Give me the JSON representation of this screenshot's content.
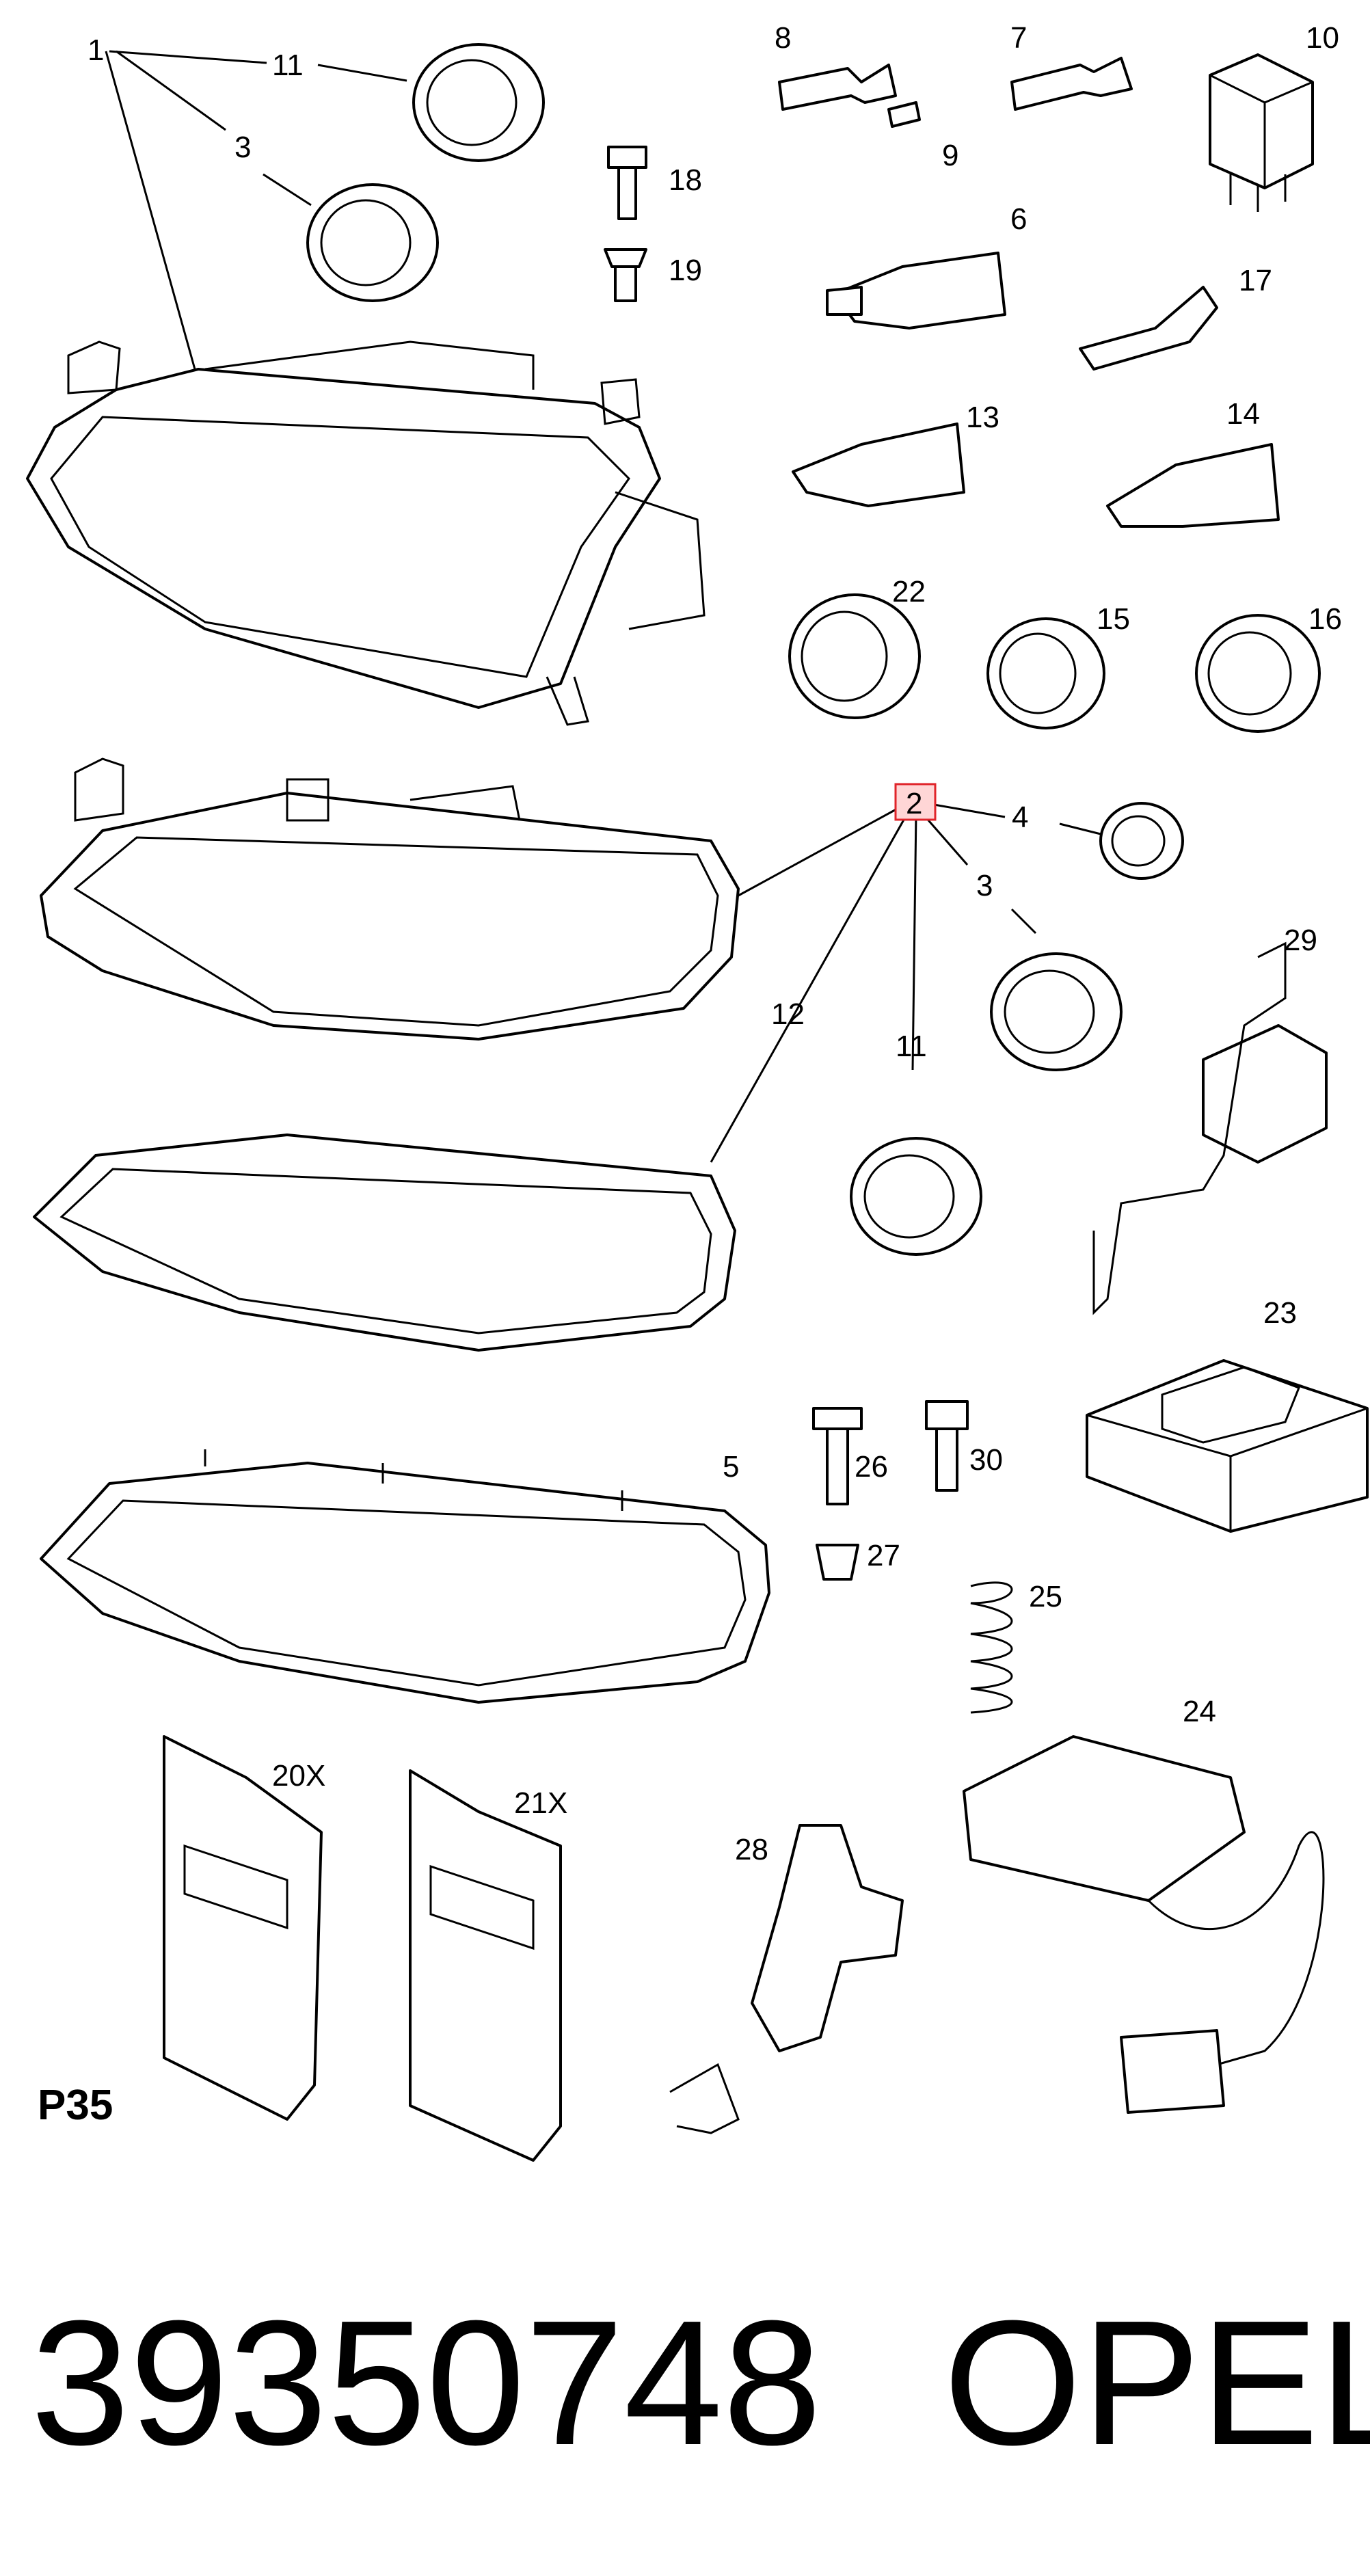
{
  "callouts": {
    "c1": "1",
    "c11a": "11",
    "c3a": "3",
    "c8": "8",
    "c7": "7",
    "c10": "10",
    "c18": "18",
    "c9": "9",
    "c19": "19",
    "c6": "6",
    "c17": "17",
    "c13": "13",
    "c14": "14",
    "c22": "22",
    "c15": "15",
    "c16": "16",
    "c2": "2",
    "c4": "4",
    "c3b": "3",
    "c29": "29",
    "c12": "12",
    "c11b": "11",
    "c23": "23",
    "c26": "26",
    "c30": "30",
    "c5": "5",
    "c27": "27",
    "c25": "25",
    "c24": "24",
    "c20x": "20X",
    "c21x": "21X",
    "c28": "28"
  },
  "page_code": "P35",
  "part_number": "39350748",
  "brand": "OPEL",
  "colors": {
    "line": "#000000",
    "highlight_border": "#e0242a",
    "highlight_fill": "#ffd6d6"
  }
}
